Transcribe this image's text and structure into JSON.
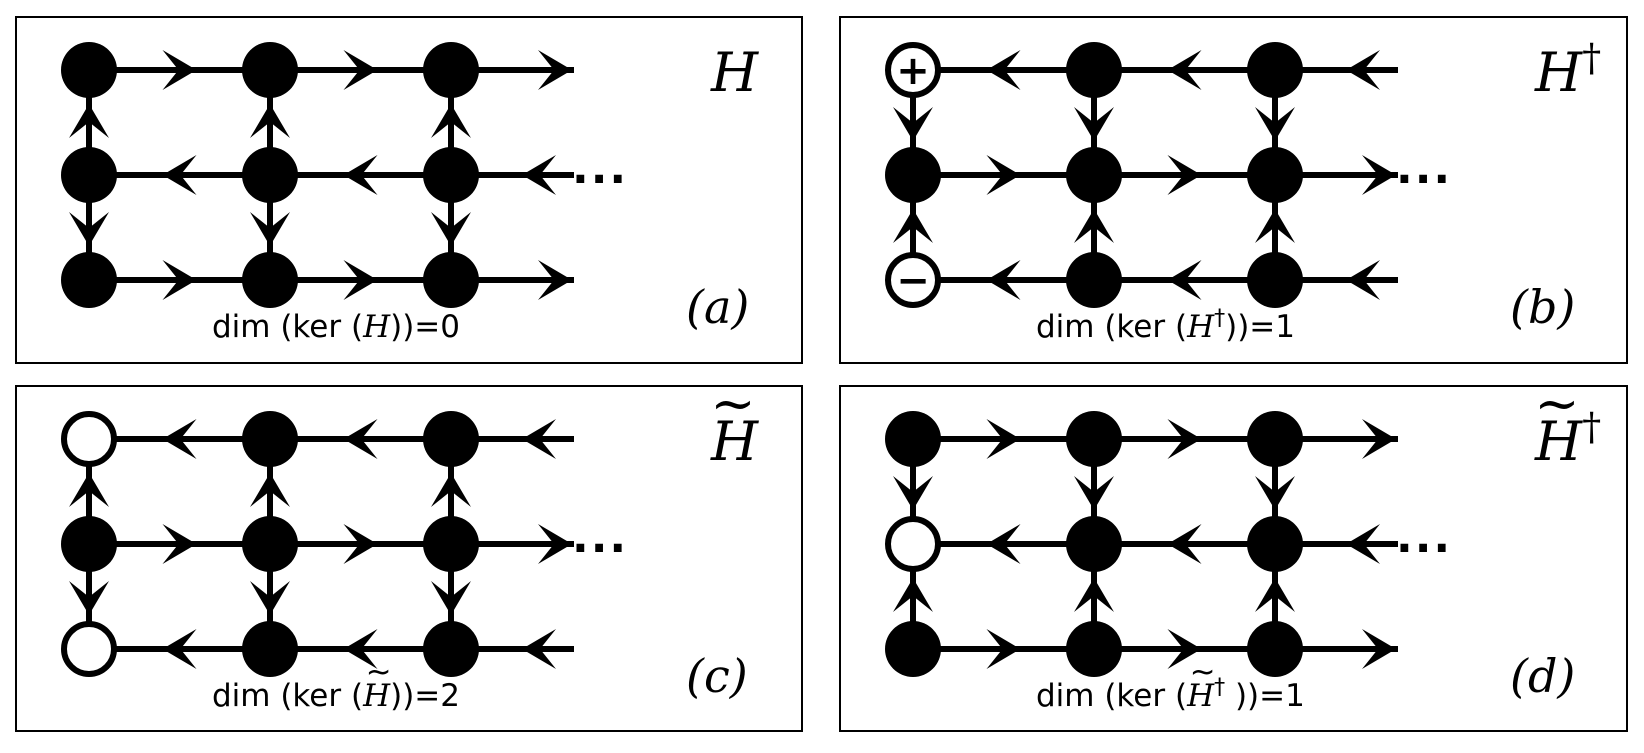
{
  "panels": [
    {
      "id": "a",
      "operator": "H",
      "operator_tilde": false,
      "operator_dagger": false,
      "panel_label": "(a)",
      "caption": {
        "pre": "dim (ker (",
        "op": "H",
        "tilde": false,
        "dagger": false,
        "post": "))=0"
      },
      "row_dirs": [
        "right",
        "left",
        "right"
      ],
      "col_dirs": [
        [
          "up",
          "down"
        ],
        [
          "up",
          "down"
        ],
        [
          "up",
          "down"
        ]
      ],
      "node_types": [
        [
          "filled",
          "filled",
          "filled"
        ],
        [
          "filled",
          "filled",
          "filled"
        ],
        [
          "filled",
          "filled",
          "filled"
        ]
      ],
      "ellipsis": "..."
    },
    {
      "id": "b",
      "operator": "H",
      "operator_tilde": false,
      "operator_dagger": true,
      "panel_label": "(b)",
      "caption": {
        "pre": "dim (ker (",
        "op": "H",
        "tilde": false,
        "dagger": true,
        "post": "))=1"
      },
      "row_dirs": [
        "left",
        "right",
        "left"
      ],
      "col_dirs": [
        [
          "down",
          "up"
        ],
        [
          "down",
          "up"
        ],
        [
          "down",
          "up"
        ]
      ],
      "node_types": [
        [
          "plus",
          "filled",
          "filled"
        ],
        [
          "filled",
          "filled",
          "filled"
        ],
        [
          "minus",
          "filled",
          "filled"
        ]
      ],
      "ellipsis": "..."
    },
    {
      "id": "c",
      "operator": "H",
      "operator_tilde": true,
      "operator_dagger": false,
      "panel_label": "(c)",
      "caption": {
        "pre": "dim (ker (",
        "op": "H",
        "tilde": true,
        "dagger": false,
        "post": "))=2"
      },
      "row_dirs": [
        "left",
        "right",
        "left"
      ],
      "col_dirs": [
        [
          "up",
          "down"
        ],
        [
          "up",
          "down"
        ],
        [
          "up",
          "down"
        ]
      ],
      "node_types": [
        [
          "open",
          "filled",
          "filled"
        ],
        [
          "filled",
          "filled",
          "filled"
        ],
        [
          "open",
          "filled",
          "filled"
        ]
      ],
      "ellipsis": "..."
    },
    {
      "id": "d",
      "operator": "H",
      "operator_tilde": true,
      "operator_dagger": true,
      "panel_label": "(d)",
      "caption": {
        "pre": "dim (ker (",
        "op": "H",
        "tilde": true,
        "dagger": true,
        "post": " ))=1"
      },
      "row_dirs": [
        "right",
        "left",
        "right"
      ],
      "col_dirs": [
        [
          "down",
          "up"
        ],
        [
          "down",
          "up"
        ],
        [
          "down",
          "up"
        ]
      ],
      "node_types": [
        [
          "filled",
          "filled",
          "filled"
        ],
        [
          "open",
          "filled",
          "filled"
        ],
        [
          "filled",
          "filled",
          "filled"
        ]
      ],
      "ellipsis": "..."
    }
  ],
  "symbols": {
    "dagger": "†",
    "tilde": "~",
    "plus": "+",
    "minus": "−"
  },
  "colors": {
    "stroke": "#000000",
    "fill": "#000000",
    "open_fill": "#ffffff",
    "frame": "#000000"
  }
}
